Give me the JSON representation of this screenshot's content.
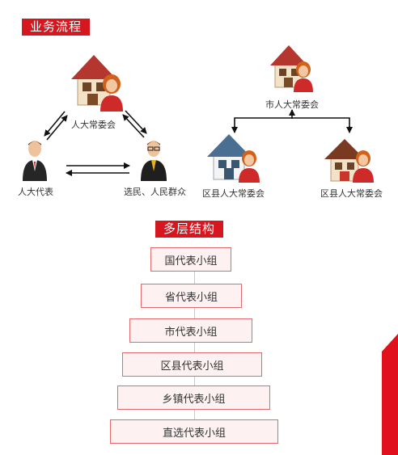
{
  "headings": {
    "process": "业务流程",
    "structure": "多层结构"
  },
  "process_flow": {
    "nodes": {
      "top_committee": "人大常委会",
      "deputy": "人大代表",
      "voters": "选民、人民群众",
      "city_committee": "市人大常委会",
      "district_committee_left": "区县人大常委会",
      "district_committee_right": "区县人大常委会"
    },
    "icons": {
      "house": "house-icon",
      "woman": "woman-avatar-icon",
      "man_suit": "man-suit-avatar-icon",
      "man_glasses": "man-glasses-avatar-icon"
    }
  },
  "structure_levels": [
    "国代表小组",
    "省代表小组",
    "市代表小组",
    "区县代表小组",
    "乡镇代表小组",
    "直选代表小组"
  ],
  "colors": {
    "accent": "#d7171f",
    "box_fill": "#fdf1f1",
    "box_border": "#e26a6a"
  }
}
